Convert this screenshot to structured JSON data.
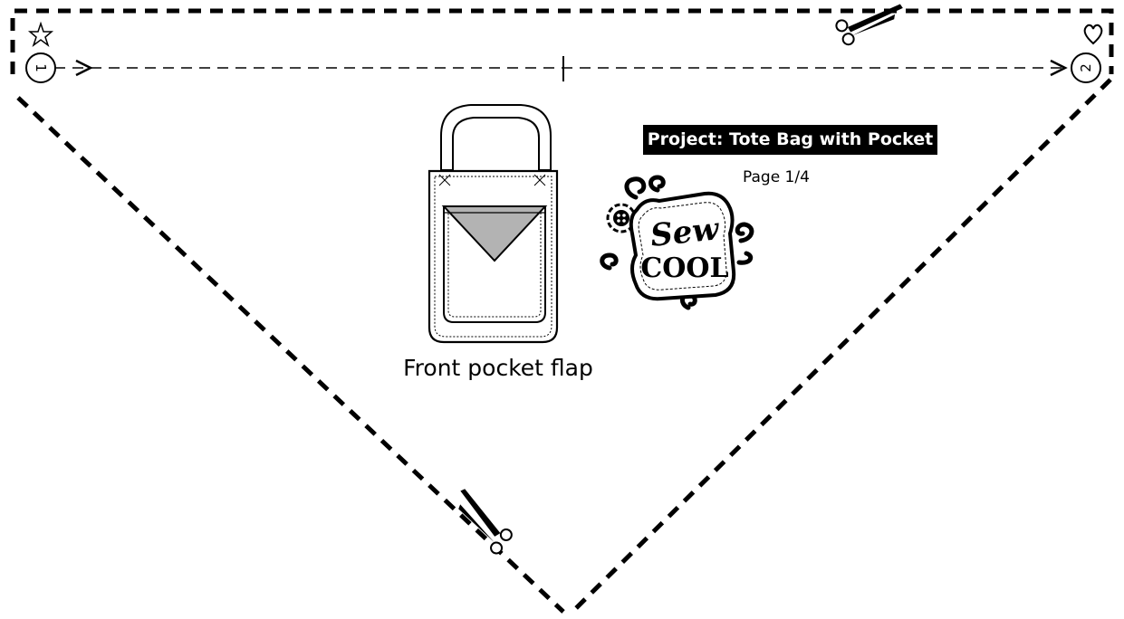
{
  "document": {
    "project_title": "Project: Tote Bag with Pocket",
    "page_label": "Page 1/4",
    "piece_label": "Front pocket flap"
  },
  "markers": {
    "left_number": "1",
    "right_number": "2",
    "left_symbol": "star-icon",
    "right_symbol": "heart-icon"
  },
  "logo": {
    "line1": "Sew",
    "line2": "COOL"
  },
  "colors": {
    "ink": "#000000",
    "paper": "#ffffff",
    "flap_fill": "#b3b3b3"
  }
}
